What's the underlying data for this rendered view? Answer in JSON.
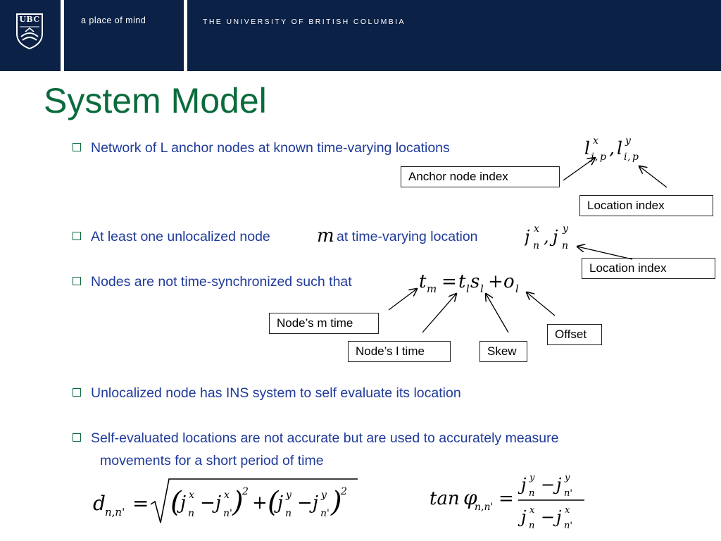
{
  "header": {
    "logo_text": "UBC",
    "tagline": "a place of mind",
    "university": "THE UNIVERSITY OF BRITISH COLUMBIA"
  },
  "title": "System Model",
  "bullets": [
    {
      "text": "Network of L anchor nodes at known time-varying locations"
    },
    {
      "text": "At least one unlocalized node",
      "after_m": "at time-varying location"
    },
    {
      "text": "Nodes are not time-synchronized such that"
    },
    {
      "text": "Unlocalized node has INS system to self evaluate its location"
    },
    {
      "text": "Self-evaluated locations are not accurate but are used to accurately measure",
      "continuation": "movements for a short period of time"
    }
  ],
  "labels": {
    "anchor_index": "Anchor node index",
    "location_index_1": "Location index",
    "location_index_2": "Location index",
    "node_m_time": "Node’s m time",
    "node_l_time": "Node’s l time",
    "skew": "Skew",
    "offset": "Offset"
  },
  "math": {
    "m_symbol": "m",
    "tan": "tan"
  },
  "colors": {
    "header_bg": "#0b2145",
    "title": "#0a6b3c",
    "bullet_text": "#1f3a9a"
  }
}
